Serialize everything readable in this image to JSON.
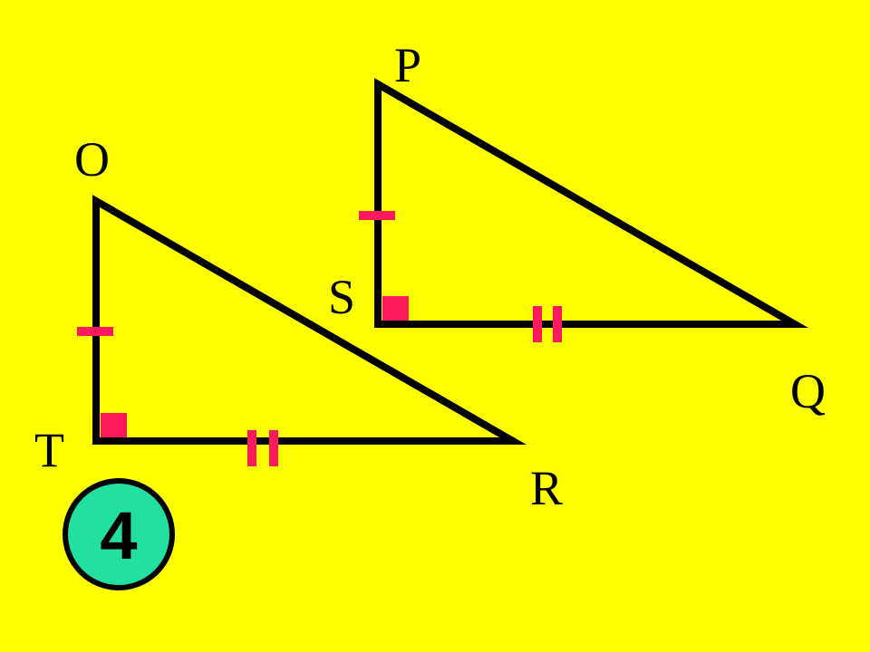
{
  "colors": {
    "background": "#ffff00",
    "stroke": "#000000",
    "marks": "#ff1a5e",
    "badge_fill": "#22e0a0"
  },
  "triangle_pqs": {
    "vertices": {
      "P": "P",
      "Q": "Q",
      "S": "S"
    }
  },
  "triangle_ort": {
    "vertices": {
      "O": "O",
      "R": "R",
      "T": "T"
    }
  },
  "badge": {
    "number": "4"
  }
}
